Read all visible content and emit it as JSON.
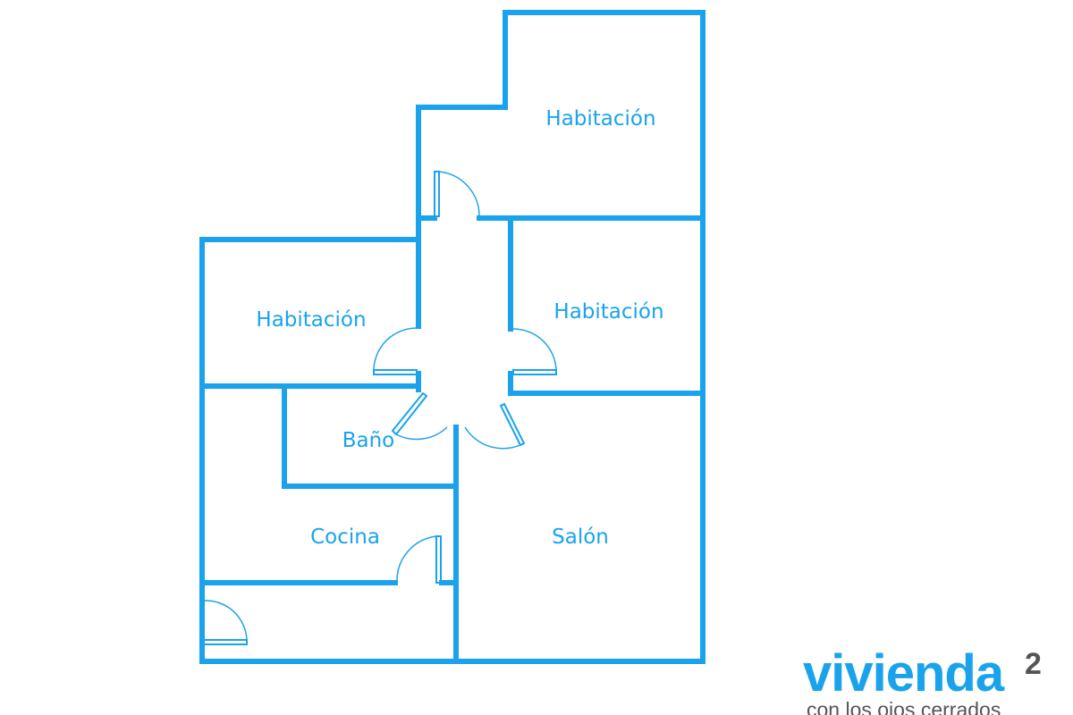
{
  "colors": {
    "wall": "#1aa3ec",
    "label": "#1aa3ec",
    "brand": "#1aa3ec",
    "brand_secondary": "#555555"
  },
  "rooms": {
    "habitacion_top": "Habitación",
    "habitacion_left": "Habitación",
    "habitacion_right": "Habitación",
    "bano": "Baño",
    "cocina": "Cocina",
    "salon": "Salón"
  },
  "logo": {
    "word": "vivienda",
    "superscript": "2",
    "tagline": "con los ojos cerrados"
  }
}
